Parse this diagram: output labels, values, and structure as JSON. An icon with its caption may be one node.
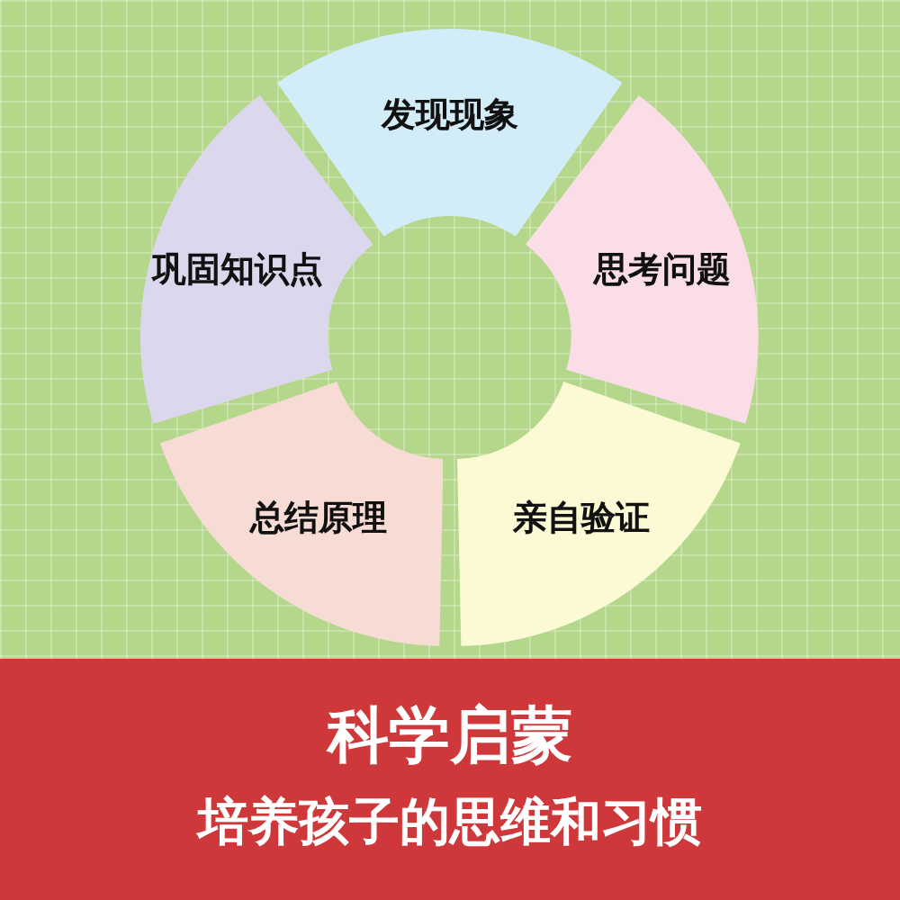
{
  "diagram": {
    "title": "科学启蒙",
    "caption": "培养孩子的思维和习惯",
    "nodes": [
      {
        "text": [
          "发现现象"
        ]
      },
      {
        "text": [
          "思考问题"
        ]
      },
      {
        "text": [
          "亲自验证"
        ]
      },
      {
        "text": [
          "总结原理"
        ]
      },
      {
        "text": [
          "巩固知识点"
        ]
      }
    ]
  }
}
